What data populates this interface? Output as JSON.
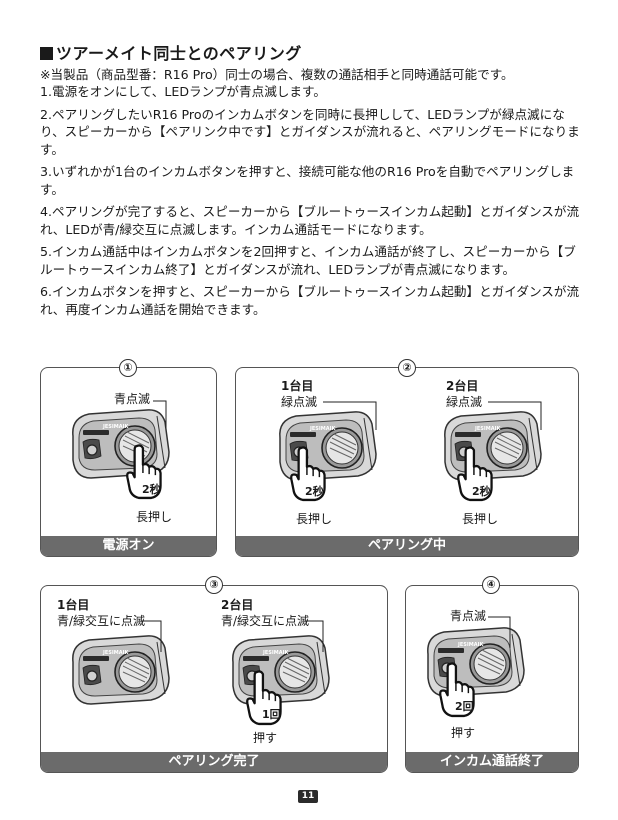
{
  "title": "ツアーメイト同士とのペアリング",
  "note": "※当製品（商品型番：R16 Pro）同士の場合、複数の通話相手と同時通話可能です。",
  "steps": [
    "1.電源をオンにして、LEDランプが青点滅します。",
    "2.ペアリングしたいR16 Proのインカムボタンを同時に長押しして、LEDランプが緑点滅になり、スピーカーから【ペアリンク中です】とガイダンスが流れると、ペアリングモードになります。",
    "3.いずれかが1台のインカムボタンを押すと、接続可能な他のR16 Proを自動でペアリングします。",
    "4.ペアリングが完了すると、スピーカーから【ブルートゥースインカム起動】とガイダンスが流れ、LEDが青/緑交互に点滅します。インカム通話モードになります。",
    "5.インカム通話中はインカムボタンを2回押すと、インカム通話が終了し、スピーカーから【ブルートゥースインカム終了】とガイダンスが流れ、LEDランプが青点滅になります。",
    "6.インカムボタンを押すと、スピーカーから【ブルートゥースインカム起動】とガイダンスが流れ、再度インカム通話を開始できます。"
  ],
  "brand": "JESIMAIK",
  "panels": {
    "p1": {
      "badge": "①",
      "led": "青点滅",
      "press": "2秒",
      "action": "長押し",
      "caption": "電源オン"
    },
    "p2": {
      "badge": "②",
      "unit1": "1台目",
      "unit1_led": "緑点滅",
      "unit1_press": "2秒",
      "unit1_action": "長押し",
      "unit2": "2台目",
      "unit2_led": "緑点滅",
      "unit2_press": "2秒",
      "unit2_action": "長押し",
      "caption": "ペアリング中"
    },
    "p3": {
      "badge": "③",
      "unit1": "1台目",
      "unit1_led": "青/緑交互に点滅",
      "unit2": "2台目",
      "unit2_led": "青/緑交互に点滅",
      "press": "1回",
      "action": "押す",
      "caption": "ペアリング完了"
    },
    "p4": {
      "badge": "④",
      "led": "青点滅",
      "press": "2回",
      "action": "押す",
      "caption": "インカム通話終了"
    }
  },
  "page_number": "11"
}
